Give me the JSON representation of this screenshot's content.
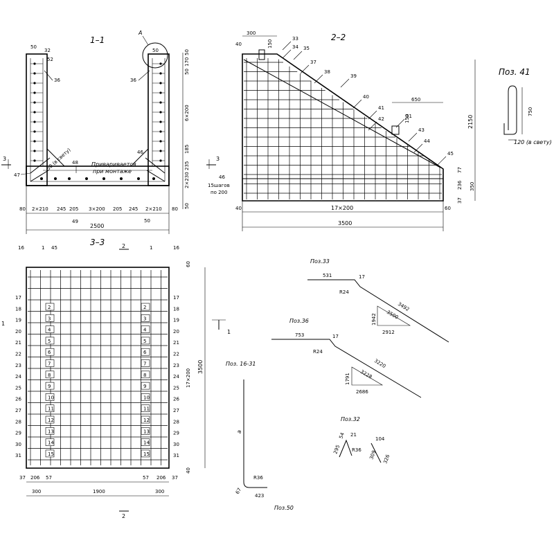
{
  "section_1_1": {
    "title": "1–1",
    "callout": "A",
    "callout_dim": "50",
    "positions": [
      "50",
      "32",
      "52",
      "36",
      "36",
      "46",
      "47",
      "48",
      "49"
    ],
    "bottom_dims": [
      "80",
      "2×210",
      "245",
      "205",
      "3×200",
      "205",
      "245",
      "2×210",
      "80"
    ],
    "overall": "2500",
    "right_dims": [
      "50",
      "50",
      "170",
      "6×200",
      "185",
      "235",
      "2×230",
      "50"
    ],
    "note_gap": "50 (в свету)",
    "note_weld_1": "Приваривается",
    "note_weld_2": "при монтаже",
    "bottom_50": "50",
    "cut_label": "3"
  },
  "section_2_2": {
    "title": "2–2",
    "positions": [
      "33",
      "34",
      "35",
      "37",
      "38",
      "39",
      "40",
      "41",
      "42",
      "43",
      "44",
      "45",
      "46",
      "51"
    ],
    "top_dims": [
      "300",
      "40",
      "150"
    ],
    "dim_650": "650",
    "dim_150": "150",
    "height_total": "2150",
    "right_dims": [
      "77",
      "236",
      "37",
      "350"
    ],
    "pos46_note_1": "15шагов",
    "pos46_note_2": "по 200",
    "bottom_dims": [
      "40",
      "17×200",
      "60"
    ],
    "overall": "3500"
  },
  "pos41": {
    "title": "Поз. 41",
    "height": "750",
    "width": "120 (в свету)"
  },
  "section_3_3": {
    "title": "3–3",
    "cut_2": "2",
    "cut_1": "1",
    "top_labels": [
      "16",
      "1",
      "45",
      "1",
      "16"
    ],
    "left_positions": [
      "17",
      "18",
      "19",
      "20",
      "21",
      "22",
      "23",
      "24",
      "25",
      "26",
      "27",
      "28",
      "29",
      "30",
      "31"
    ],
    "inner_numbers": [
      "2",
      "3",
      "4",
      "5",
      "6",
      "7",
      "8",
      "9",
      "10",
      "11",
      "12",
      "13",
      "14",
      "15"
    ],
    "right_dims": [
      "60",
      "17×200",
      "3500",
      "40"
    ],
    "bottom_dims": [
      "37",
      "206",
      "57",
      "57",
      "206",
      "37"
    ],
    "bottom_spans": [
      "300",
      "1900",
      "300"
    ]
  },
  "pos33": {
    "title": "Поз.33",
    "dims": [
      "531",
      "17",
      "R24",
      "3492",
      "1942",
      "3500",
      "2912"
    ]
  },
  "pos36": {
    "title": "Поз.36",
    "dims": [
      "753",
      "17",
      "R24",
      "3220",
      "1791",
      "3228",
      "2686"
    ]
  },
  "pos16_31": {
    "title": "Поз. 16-31",
    "a": "a",
    "radius": "R36",
    "dims": [
      "67",
      "423"
    ]
  },
  "pos32": {
    "title": "Поз.32",
    "dims": [
      "295",
      "54",
      "21",
      "R36",
      "104",
      "309",
      "326"
    ]
  },
  "pos50": {
    "title": "Поз.50"
  }
}
